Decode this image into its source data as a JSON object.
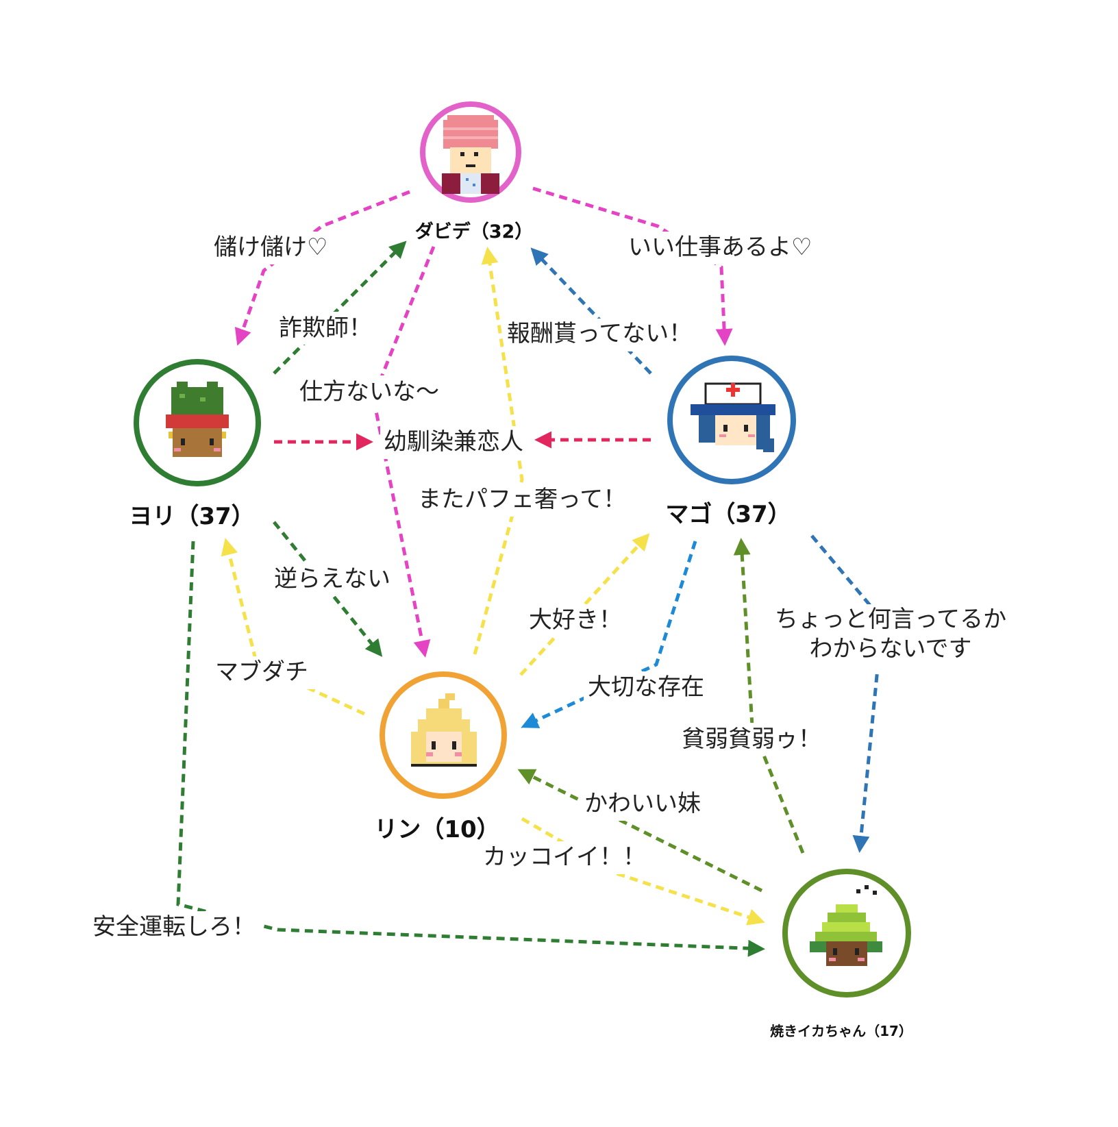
{
  "colors": {
    "magenta": "#e443c4",
    "green": "#2f7d32",
    "lime": "#5e8f28",
    "yellow": "#f5e14a",
    "blue": "#2f74b5",
    "red": "#e2275f",
    "orange": "#f0a334",
    "lightblue": "#1d8ad7"
  },
  "characters": {
    "dabide": {
      "name": "ダビデ（32）",
      "ring": "#e262c9"
    },
    "yori": {
      "name": "ヨリ（37）",
      "ring": "#2f7d32"
    },
    "mago": {
      "name": "マゴ（37）",
      "ring": "#2f74b5"
    },
    "rin": {
      "name": "リン（10）",
      "ring": "#f0a334"
    },
    "ika": {
      "name": "焼きイカちゃん（17）",
      "ring": "#5e8f28"
    }
  },
  "relations": {
    "moukemouke": "儲け儲け♡",
    "iishigoto": "いい仕事あるよ♡",
    "sagishi": "詐欺師！",
    "shikatanai": "仕方ないな〜",
    "houshuu": "報酬貰ってない！",
    "osananajimi": "幼馴染兼恋人",
    "parfait": "またパフェ奢って！",
    "sakaraenai": "逆らえない",
    "daisuki": "大好き！",
    "mabudachi": "マブダチ",
    "chotto_line1": "ちょっと何言ってるか",
    "chotto_line2": "わからないです",
    "taisetsu": "大切な存在",
    "hinjaku": "貧弱貧弱ゥ！",
    "kawaii": "かわいい妹",
    "kakkoii": "カッコイイ！！",
    "anzen": "安全運転しろ！"
  }
}
